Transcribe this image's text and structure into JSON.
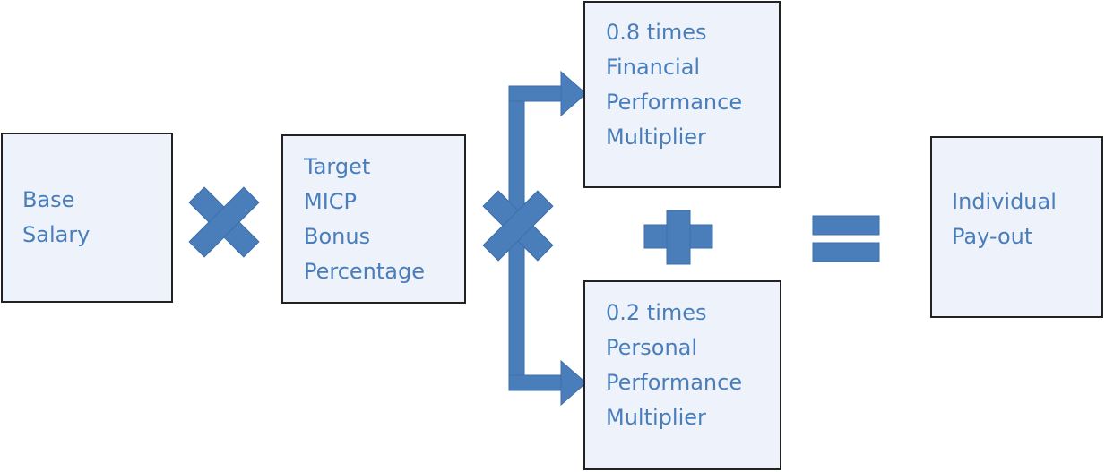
{
  "boxes": {
    "base_salary": "Base\nSalary",
    "target_micp": "Target\nMICP\nBonus\nPercentage",
    "financial": "0.8 times\nFinancial\nPerformance\nMultiplier",
    "personal": "0.2 times\nPersonal\nPerformance\nMultiplier",
    "payout": "Individual\nPay-out"
  },
  "colors": {
    "accent": "#4a7ebb",
    "box_fill": "#eef2fa",
    "border": "#222222"
  },
  "operators": [
    "multiply-icon",
    "multiply-icon",
    "plus-icon",
    "equals-icon"
  ]
}
